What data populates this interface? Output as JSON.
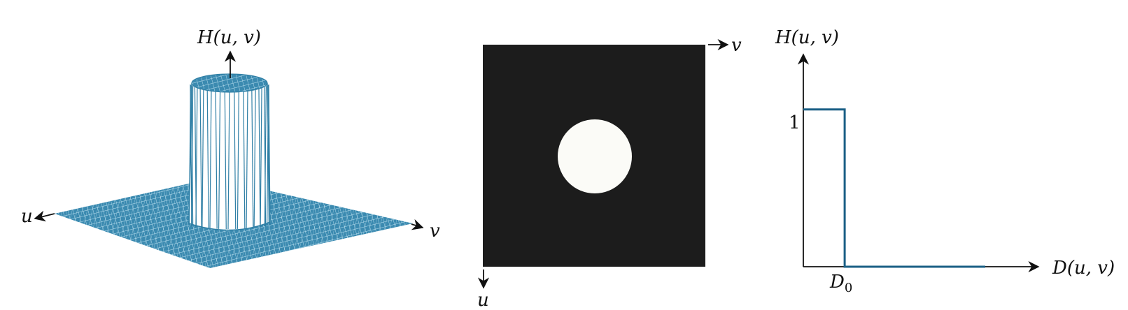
{
  "colors": {
    "mesh": "#2f7fa5",
    "mesh_dark": "#1c5a78",
    "response_line": "#1a5f85",
    "filter_bg": "#1c1c1c",
    "filter_disk": "#fbfbf7",
    "axis": "#111111"
  },
  "panel_3d": {
    "vertical_axis_label": "H(u, v)",
    "left_axis_label": "u",
    "right_axis_label": "v"
  },
  "panel_image": {
    "horizontal_axis_label": "v",
    "vertical_axis_label": "u"
  },
  "panel_profile": {
    "y_axis_label": "H(u, v)",
    "x_axis_label": "D(u, v)",
    "y_tick_label": "1",
    "x_tick_main": "D",
    "x_tick_sub": "0"
  },
  "chart_data": {
    "type": "line",
    "x": [
      0,
      1,
      1,
      4.4
    ],
    "y": [
      1,
      1,
      0,
      0
    ],
    "xlim": [
      0,
      4.4
    ],
    "ylim": [
      0,
      1.35
    ],
    "ylabel": "H(u, v)",
    "xlabel": "D(u, v)"
  }
}
